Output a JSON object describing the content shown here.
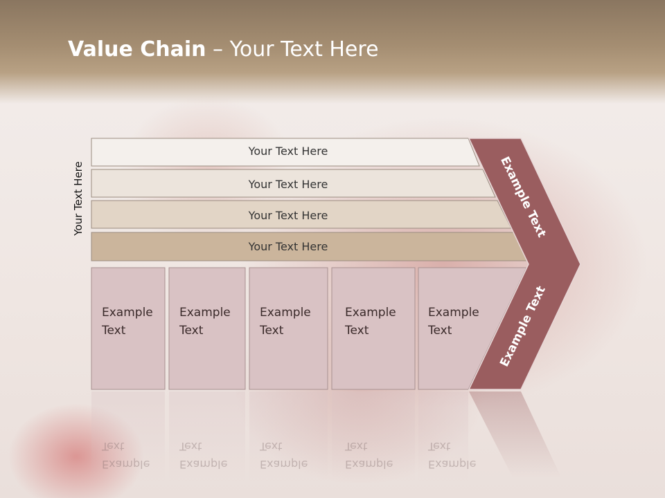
{
  "slide": {
    "title_bold": "Value Chain",
    "title_rest": " – Your Text Here",
    "vertical_label": "Your Text Here",
    "bars": [
      {
        "label": "Your Text Here"
      },
      {
        "label": "Your Text Here"
      },
      {
        "label": "Your Text Here"
      },
      {
        "label": "Your Text Here"
      }
    ],
    "boxes": [
      {
        "line1": "Example",
        "line2": "Text"
      },
      {
        "line1": "Example",
        "line2": "Text"
      },
      {
        "line1": "Example",
        "line2": "Text"
      },
      {
        "line1": "Example",
        "line2": "Text"
      },
      {
        "line1": "Example",
        "line2": "Text"
      }
    ],
    "chevron_top_label": "Example Text",
    "chevron_bottom_label": "Example Text"
  },
  "colors": {
    "bar_fills": [
      "#f4f0ec",
      "#ece4dc",
      "#e2d5c6",
      "#cbb59c"
    ],
    "box_fill": "#d9c2c4",
    "chevron_fill": "#9a5d5f",
    "header_brown": "#9d876c"
  }
}
